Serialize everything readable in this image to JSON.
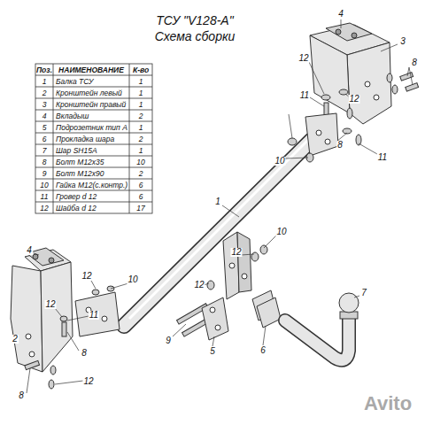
{
  "diagram": {
    "title": "ТСУ \"V128-A\" Схема сборки",
    "labels": [
      "Поз.",
      "НАИМЕНОВАНИЕ",
      "К-во",
      "1",
      "Балка ТСУ",
      "1",
      "2",
      "Кронштейн левый",
      "1",
      "3",
      "Кронштейн правый",
      "1",
      "4",
      "Вкладыш",
      "2",
      "5",
      "Подрозетник тип А",
      "1",
      "6",
      "Прокладка шара",
      "2",
      "7",
      "Шар SH15A",
      "1",
      "8",
      "Болт M12х35",
      "10",
      "9",
      "Болт M12х90",
      "2",
      "10",
      "Гайка M12(с.контр.)",
      "6",
      "11",
      "Гровер d 12",
      "6",
      "12",
      "Шайба d 12",
      "17",
      "4",
      "3",
      "12",
      "8",
      "11",
      "12",
      "8",
      "11",
      "10",
      "1",
      "10",
      "12",
      "4",
      "12",
      "10",
      "11",
      "12",
      "2",
      "8",
      "12",
      "8",
      "9",
      "12",
      "5",
      "6",
      "7",
      "Avito"
    ]
  }
}
